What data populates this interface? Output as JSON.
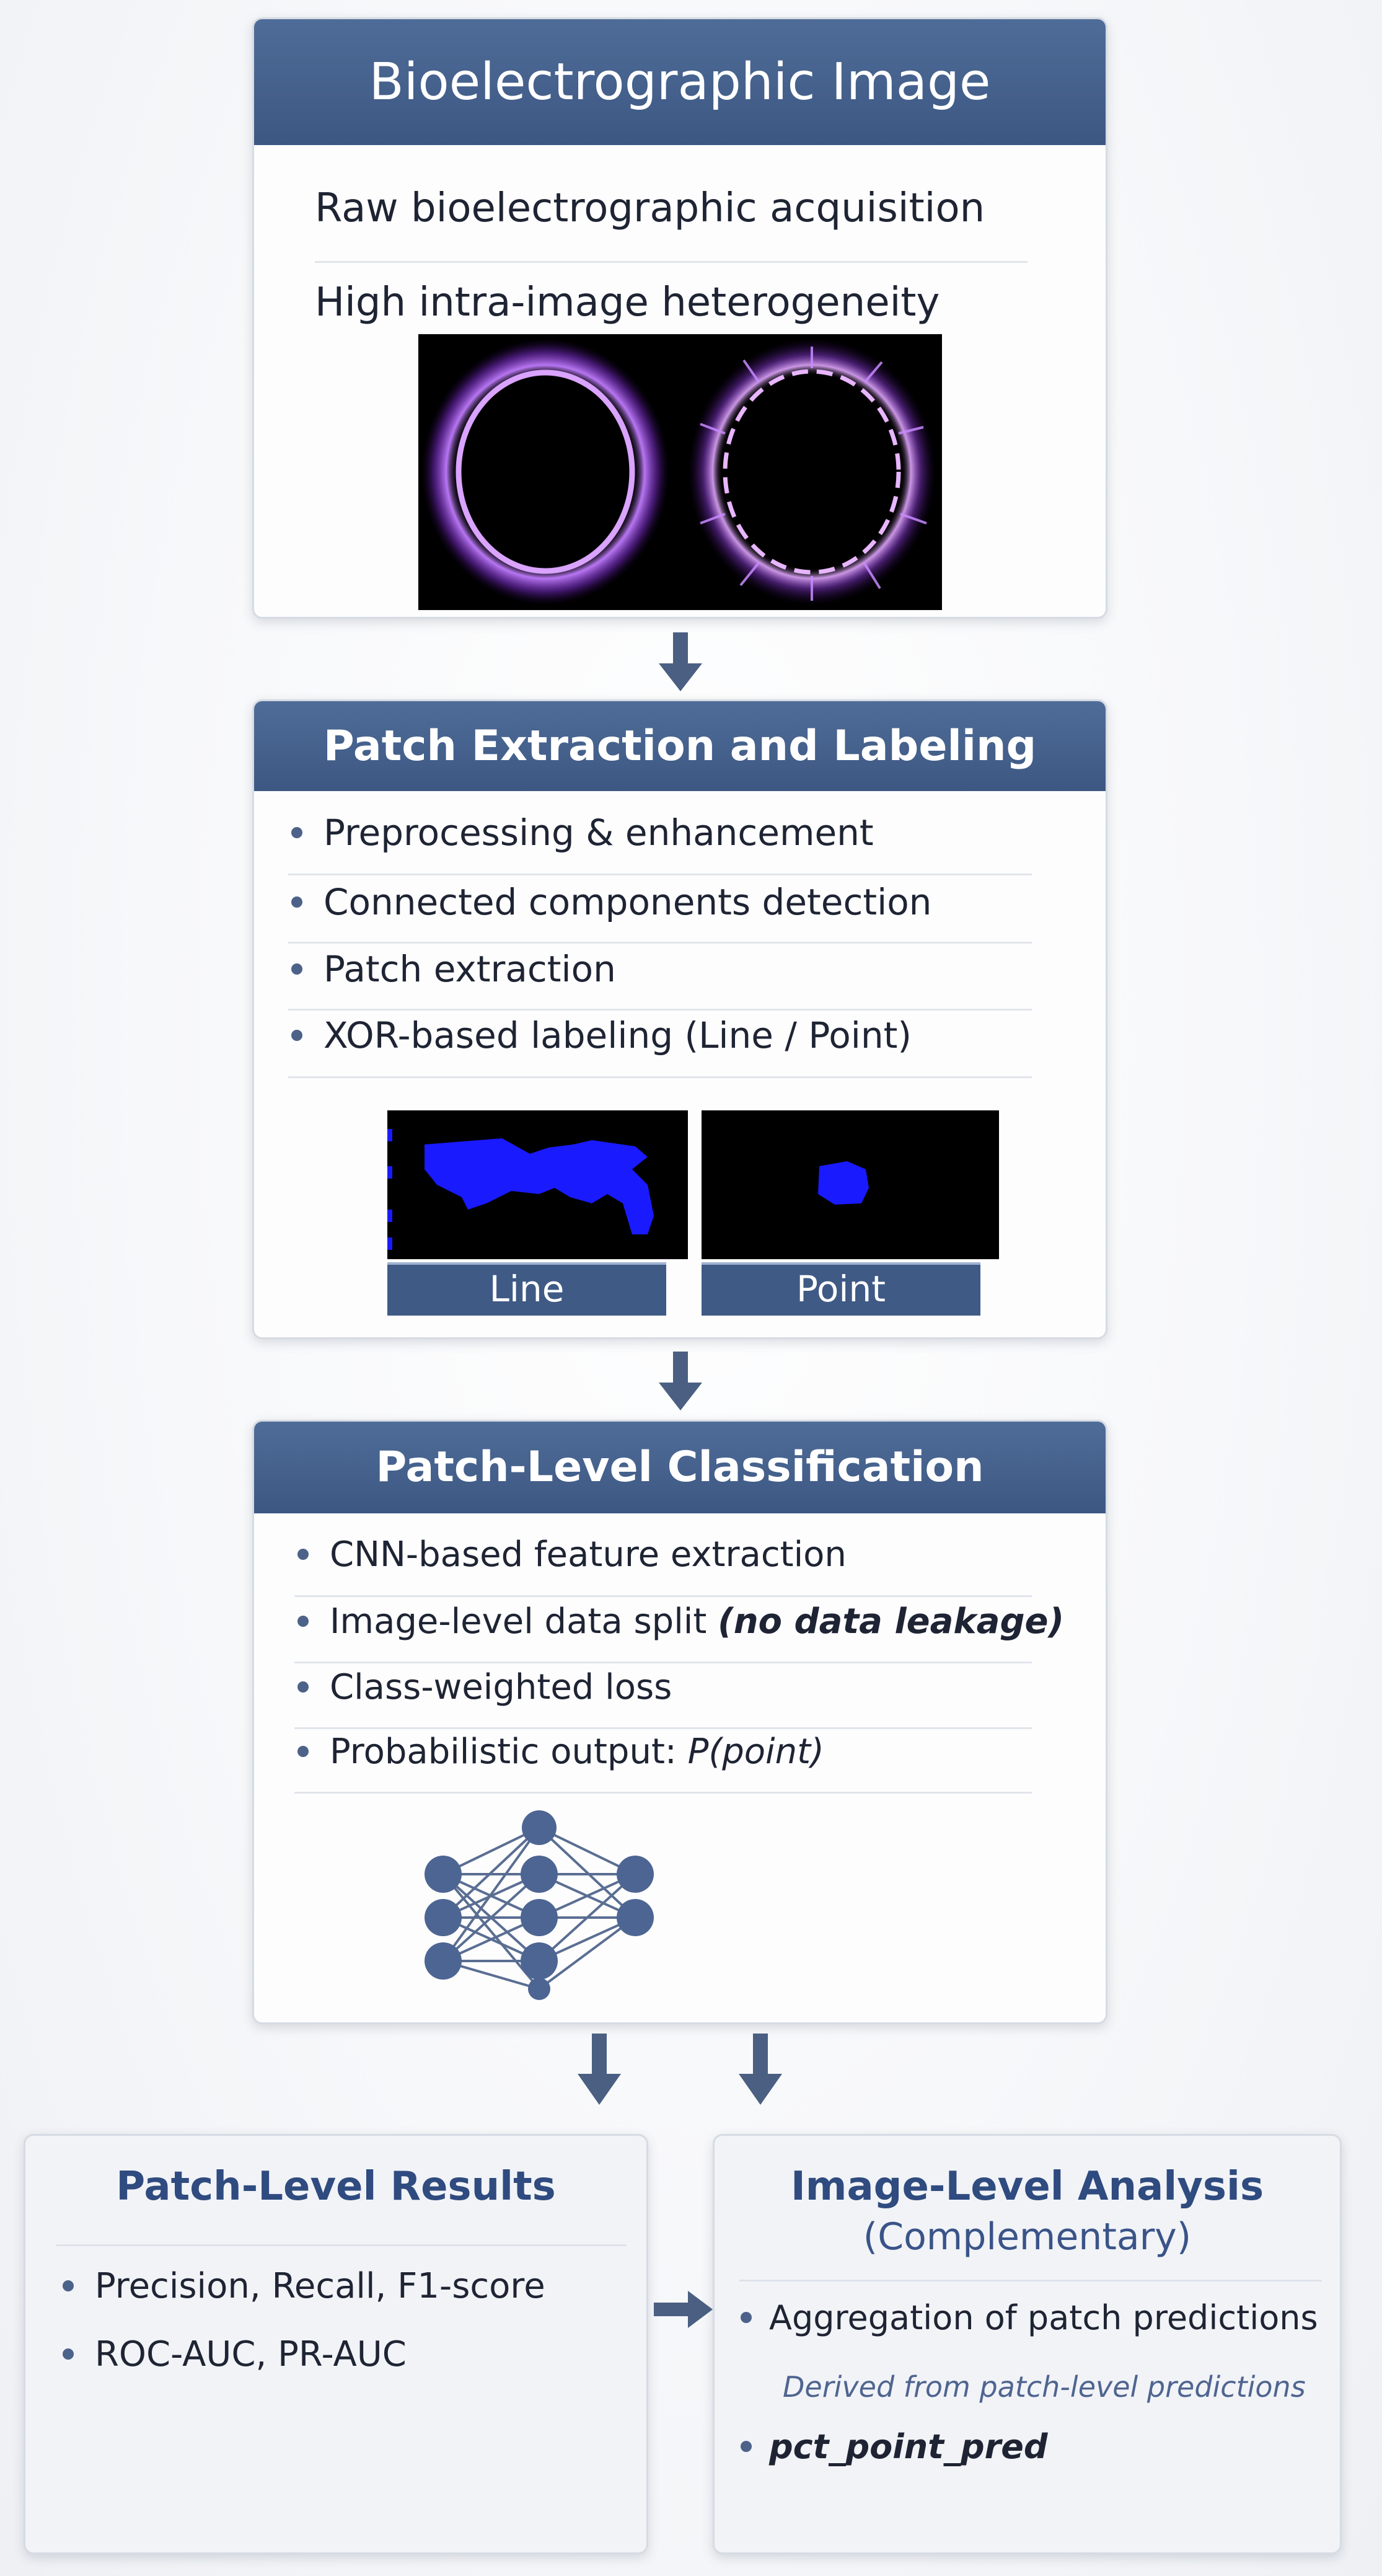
{
  "colors": {
    "header_blue": "#415d8a",
    "accent_dark_blue": "#32497a",
    "bullet": "#4d6289",
    "arrow": "#4a5f82",
    "glow_purple": "#b86cff",
    "mask_blue": "#1a1aff"
  },
  "box1": {
    "title": "Bioelectrographic Image",
    "line1": "Raw bioelectrographic acquisition",
    "line2": "High intra-image heterogeneity"
  },
  "box2": {
    "title": "Patch Extraction and Labeling",
    "items": [
      "Preprocessing & enhancement",
      "Connected components detection",
      "Patch extraction",
      "XOR-based labeling (Line / Point)"
    ],
    "patch_labels": [
      "Line",
      "Point"
    ]
  },
  "box3": {
    "title": "Patch-Level Classification",
    "items": [
      {
        "text": "CNN-based feature extraction",
        "emph": ""
      },
      {
        "text": "Image-level data split ",
        "emph": "(no data leakage)"
      },
      {
        "text": "Class-weighted loss",
        "emph": ""
      },
      {
        "text": "Probabilistic output: ",
        "emph": "P(point)"
      }
    ],
    "network_icon": "neural-network-icon"
  },
  "box4": {
    "title": "Patch-Level Results",
    "items": [
      "Precision, Recall, F1-score",
      "ROC-AUC, PR-AUC"
    ]
  },
  "box5": {
    "title": "Image-Level Analysis",
    "subtitle": "(Complementary)",
    "item1": "Aggregation of patch predictions",
    "note": "Derived from patch-level predictions",
    "item2": "pct_point_pred"
  }
}
